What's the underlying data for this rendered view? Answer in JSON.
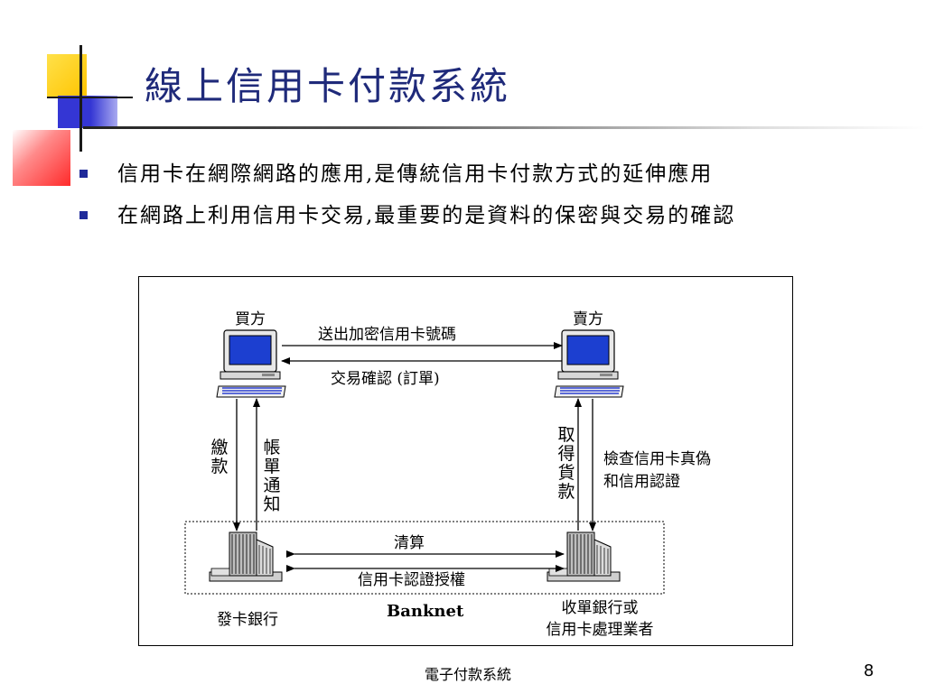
{
  "slide": {
    "title": "線上信用卡付款系統",
    "bullets": [
      "信用卡在網際網路的應用,是傳統信用卡付款方式的延伸應用",
      "在網路上利用信用卡交易,最重要的是資料的保密與交易的確認"
    ],
    "footer": "電子付款系統",
    "page_number": "8",
    "colors": {
      "title": "#1f2a7a",
      "bullet": "#1f2a9a",
      "deco_yellow": "#ffd21f",
      "deco_blue": "#3d3fd6",
      "deco_red": "#ff3b3b"
    }
  },
  "diagram": {
    "buyer": "買方",
    "seller": "賣方",
    "send_card": "送出加密信用卡號碼",
    "confirm": "交易確認 (訂單)",
    "pay": "繳款",
    "bill_notice": "帳單通知",
    "get_payment": "取得貨款",
    "verify": [
      "檢查信用卡真偽",
      "和信用認證"
    ],
    "clearing": "清算",
    "authorization": "信用卡認證授權",
    "network": "Banknet",
    "issuing_bank": "發卡銀行",
    "acquiring_bank": [
      "收單銀行或",
      "信用卡處理業者"
    ],
    "icons": [
      "computer-icon",
      "bank-building-icon"
    ]
  }
}
